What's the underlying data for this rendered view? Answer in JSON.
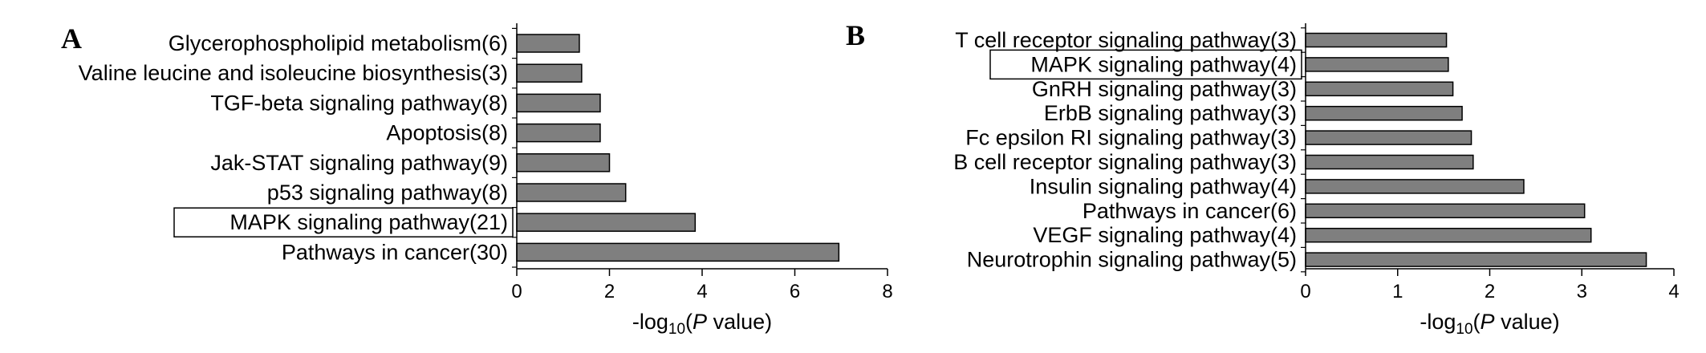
{
  "chart_data": [
    {
      "type": "bar",
      "orientation": "horizontal",
      "panel_label": "A",
      "categories": [
        "Glycerophospholipid metabolism(6)",
        "Valine leucine and isoleucine biosynthesis(3)",
        "TGF-beta signaling pathway(8)",
        "Apoptosis(8)",
        "Jak-STAT signaling pathway(9)",
        "p53 signaling pathway(8)",
        "MAPK signaling pathway(21)",
        "Pathways in cancer(30)"
      ],
      "values": [
        1.35,
        1.4,
        1.8,
        1.8,
        2.0,
        2.35,
        3.85,
        6.95
      ],
      "highlighted": [
        "MAPK signaling pathway(21)"
      ],
      "xticks": [
        "0",
        "2",
        "4",
        "6",
        "8"
      ],
      "xlim": [
        0,
        8
      ],
      "xlabel": {
        "main": "-log",
        "sub": "10",
        "open": "(",
        "italic": "P",
        "rest": " value)"
      },
      "bar_color": "#7f7f7f",
      "grid": false
    },
    {
      "type": "bar",
      "orientation": "horizontal",
      "panel_label": "B",
      "categories": [
        "T cell receptor signaling pathway(3)",
        "MAPK signaling pathway(4)",
        "GnRH signaling pathway(3)",
        "ErbB signaling pathway(3)",
        "Fc epsilon RI signaling pathway(3)",
        "B cell receptor signaling pathway(3)",
        "Insulin signaling pathway(4)",
        "Pathways in cancer(6)",
        "VEGF signaling pathway(4)",
        "Neurotrophin signaling pathway(5)"
      ],
      "values": [
        1.53,
        1.55,
        1.6,
        1.7,
        1.8,
        1.82,
        2.37,
        3.03,
        3.1,
        3.7
      ],
      "highlighted": [
        "MAPK signaling pathway(4)"
      ],
      "xticks": [
        "0",
        "1",
        "2",
        "3",
        "4"
      ],
      "xlim": [
        0,
        4
      ],
      "xlabel": {
        "main": "-log",
        "sub": "10",
        "open": "(",
        "italic": "P",
        "rest": " value)"
      },
      "bar_color": "#7f7f7f",
      "grid": false
    }
  ]
}
